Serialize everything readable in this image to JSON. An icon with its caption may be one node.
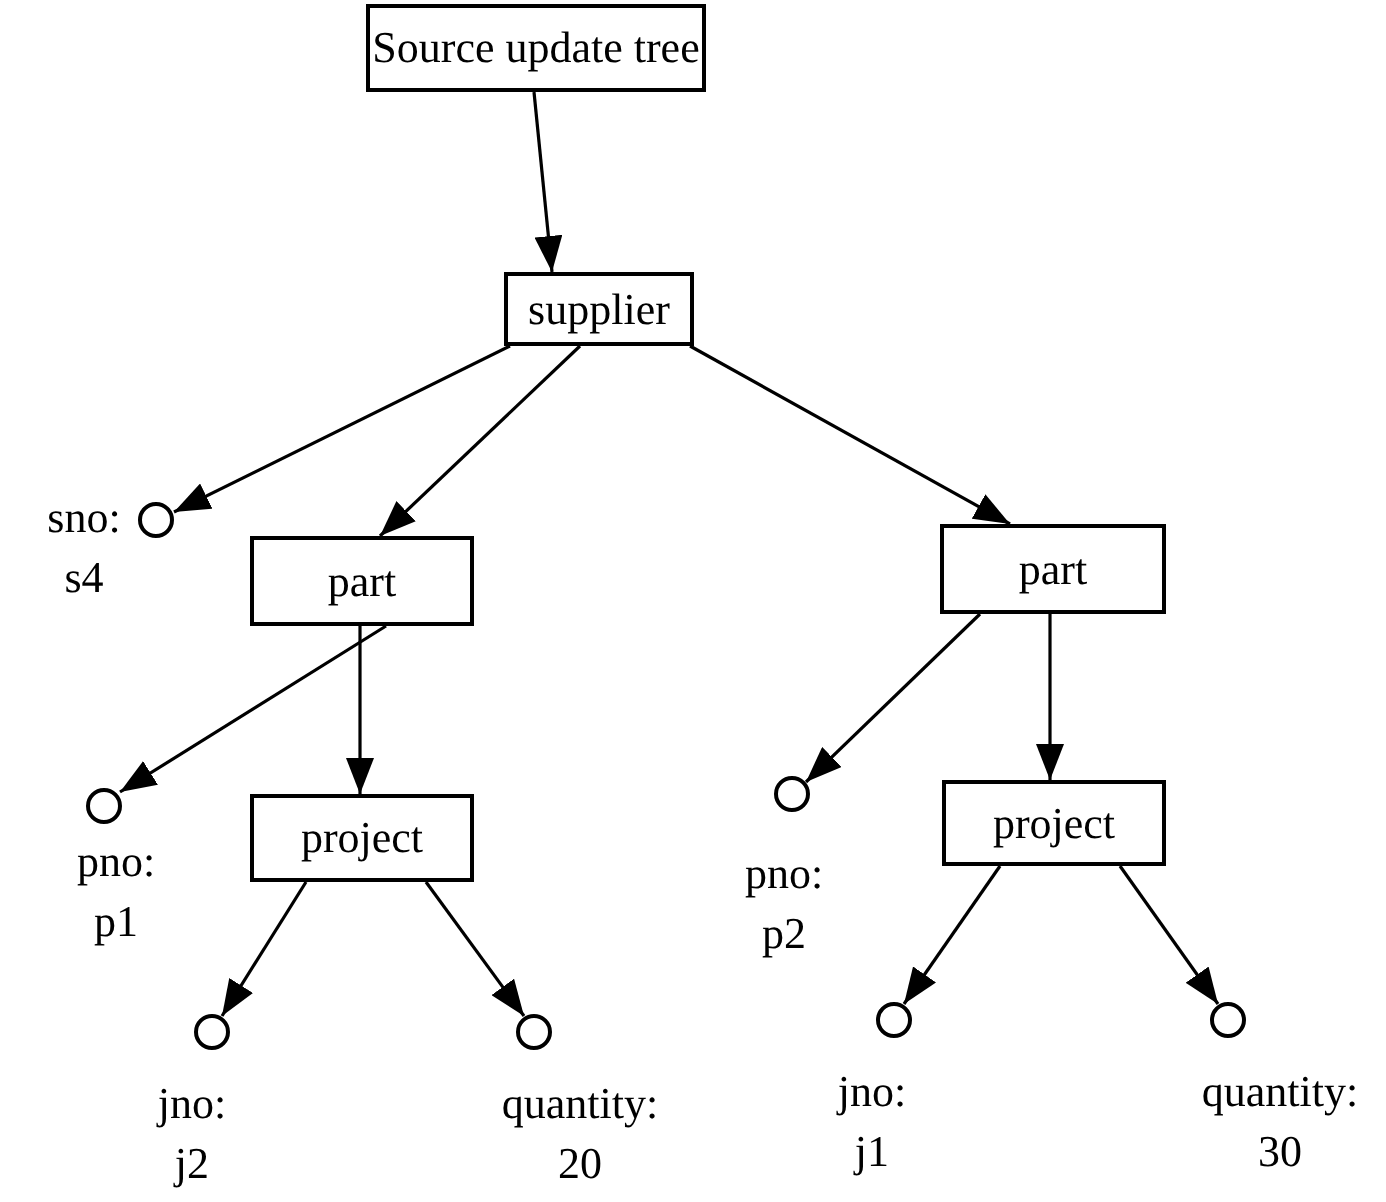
{
  "diagram": {
    "nodes": [
      {
        "text": [
          "Source update tree"
        ]
      },
      {
        "text": [
          "supplier"
        ]
      },
      {
        "text": [],
        "shape": "circle",
        "beside": [
          "sno: s4"
        ]
      },
      {
        "text": [
          "part"
        ]
      },
      {
        "text": [],
        "shape": "circle",
        "beside": [
          "pno: p1"
        ]
      },
      {
        "text": [
          "project"
        ]
      },
      {
        "text": [],
        "shape": "circle",
        "beside": [
          "jno: j2"
        ]
      },
      {
        "text": [],
        "shape": "circle",
        "beside": [
          "quantity: 20"
        ]
      },
      {
        "text": [
          "part"
        ]
      },
      {
        "text": [],
        "shape": "circle",
        "beside": [
          "pno: p2"
        ]
      },
      {
        "text": [
          "project"
        ]
      },
      {
        "text": [],
        "shape": "circle",
        "beside": [
          "jno: j1"
        ]
      },
      {
        "text": [],
        "shape": "circle",
        "beside": [
          "quantity: 30"
        ]
      }
    ],
    "edges": [
      {
        "from": 0,
        "to": 1,
        "arrow": "to"
      },
      {
        "from": 1,
        "to": 2,
        "arrow": "to"
      },
      {
        "from": 1,
        "to": 3,
        "arrow": "to"
      },
      {
        "from": 1,
        "to": 8,
        "arrow": "to"
      },
      {
        "from": 3,
        "to": 4,
        "arrow": "to"
      },
      {
        "from": 3,
        "to": 5,
        "arrow": "to"
      },
      {
        "from": 5,
        "to": 6,
        "arrow": "to"
      },
      {
        "from": 5,
        "to": 7,
        "arrow": "to"
      },
      {
        "from": 8,
        "to": 9,
        "arrow": "to"
      },
      {
        "from": 8,
        "to": 10,
        "arrow": "to"
      },
      {
        "from": 10,
        "to": 11,
        "arrow": "to"
      },
      {
        "from": 10,
        "to": 12,
        "arrow": "to"
      }
    ]
  }
}
